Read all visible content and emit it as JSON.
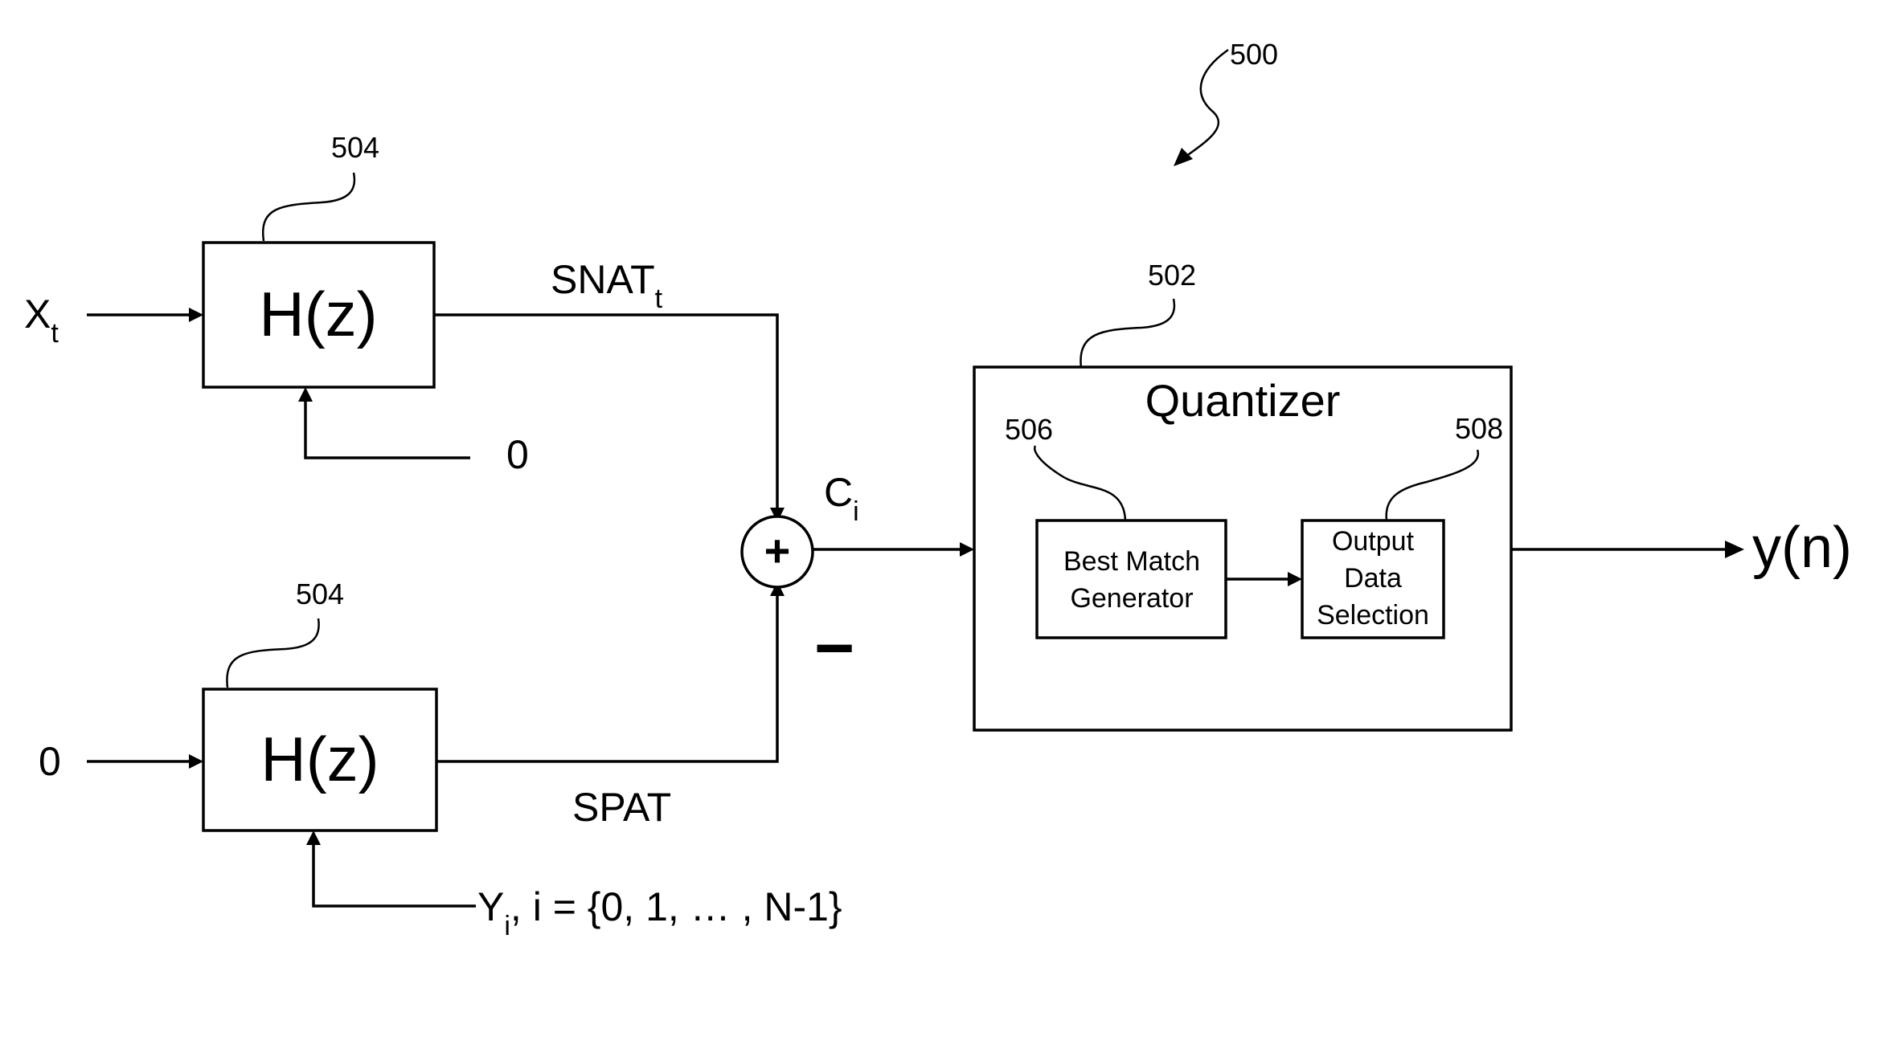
{
  "figure_ref": "500",
  "filter_top": {
    "ref": "504",
    "label": "H(z)",
    "input_main": "X",
    "input_main_sub": "t",
    "input_side": "0"
  },
  "filter_bottom": {
    "ref": "504",
    "label": "H(z)",
    "input_main": "0",
    "input_side": "Y",
    "input_side_sub": "i",
    "input_side_rest": ", i = {0, 1, … , N-1}"
  },
  "signals": {
    "top": "SNAT",
    "top_sub": "t",
    "bottom": "SPAT",
    "sum_out": "C",
    "sum_out_sub": "i",
    "minus": "−",
    "plus": "+"
  },
  "quantizer": {
    "ref": "502",
    "title": "Quantizer",
    "best_match": {
      "ref": "506",
      "line1": "Best Match",
      "line2": "Generator"
    },
    "output_select": {
      "ref": "508",
      "line1": "Output",
      "line2": "Data",
      "line3": "Selection"
    }
  },
  "output": "y(n)"
}
